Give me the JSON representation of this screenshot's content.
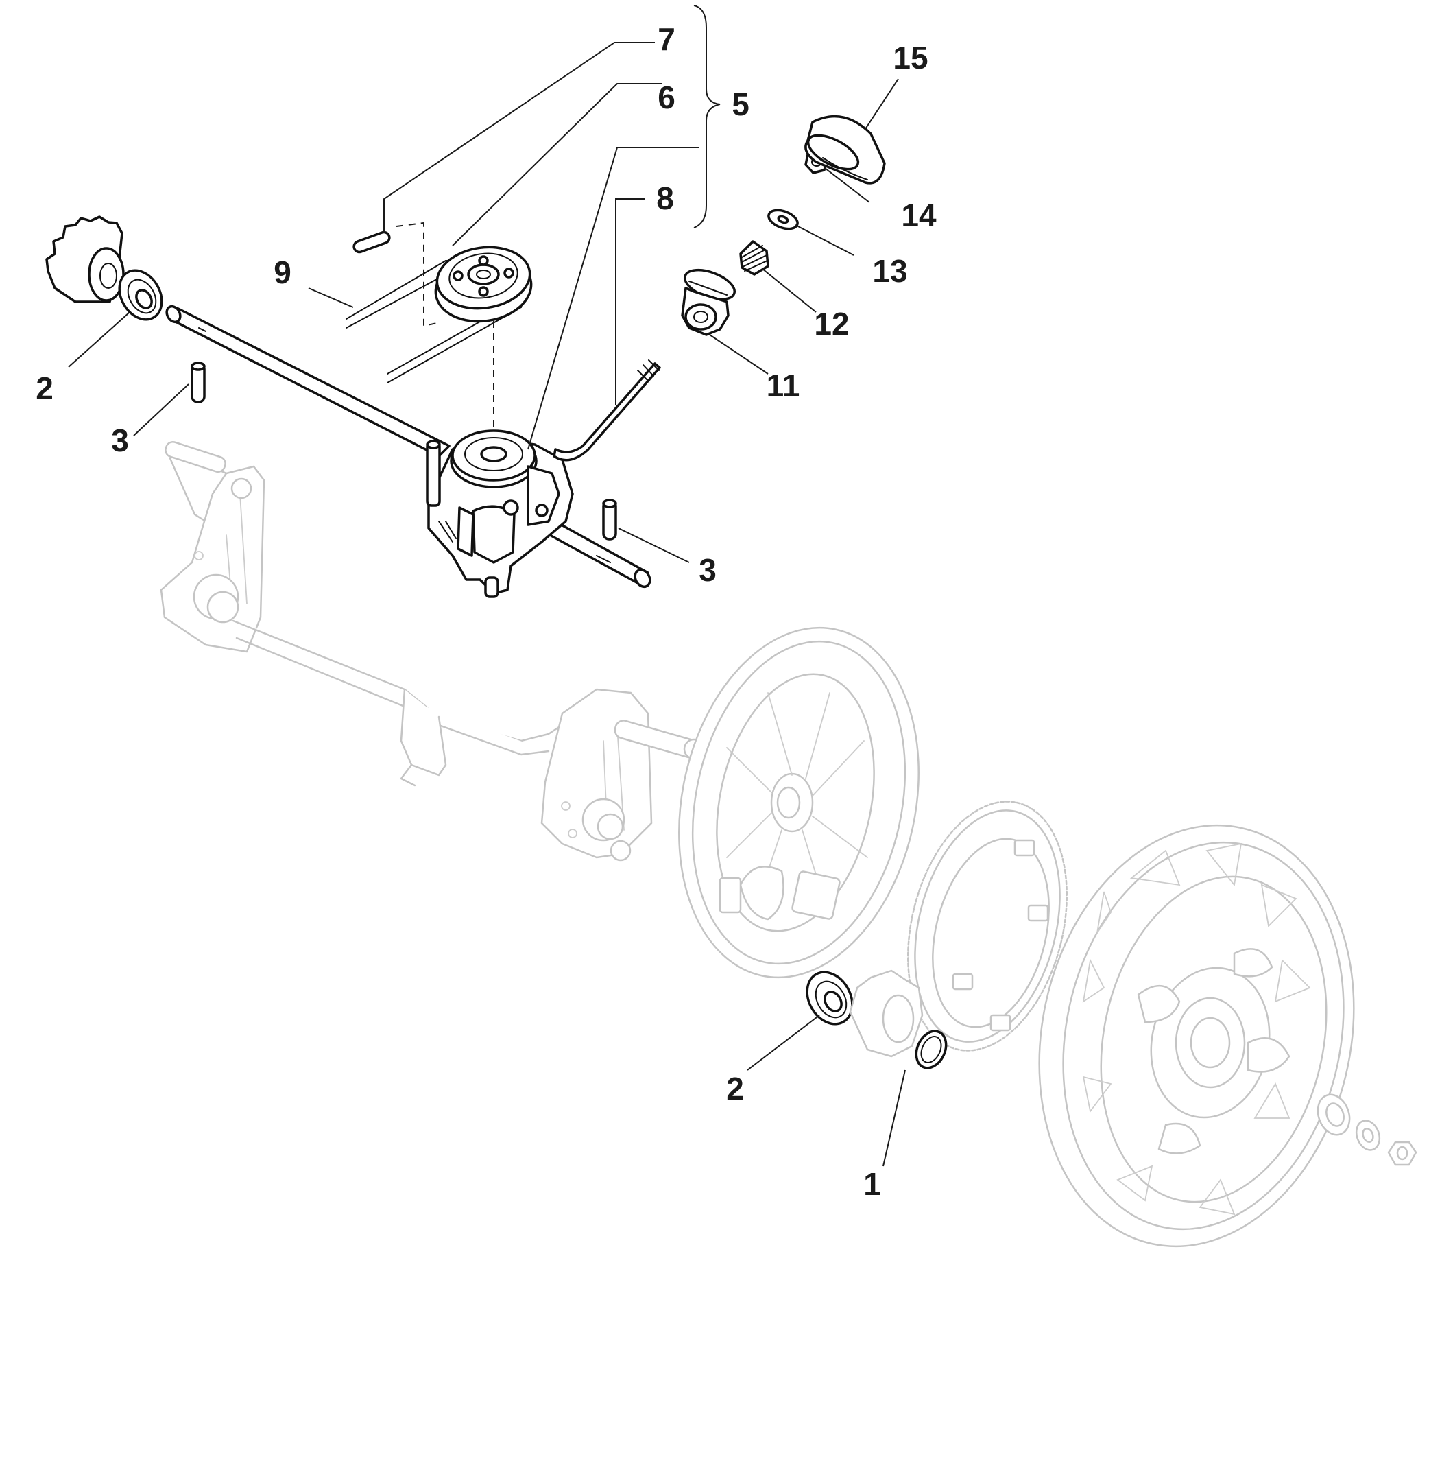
{
  "callouts": [
    {
      "id": "1",
      "label": "1"
    },
    {
      "id": "2a",
      "label": "2"
    },
    {
      "id": "2b",
      "label": "2"
    },
    {
      "id": "3a",
      "label": "3"
    },
    {
      "id": "3b",
      "label": "3"
    },
    {
      "id": "5",
      "label": "5"
    },
    {
      "id": "6",
      "label": "6"
    },
    {
      "id": "7",
      "label": "7"
    },
    {
      "id": "8",
      "label": "8"
    },
    {
      "id": "9",
      "label": "9"
    },
    {
      "id": "11",
      "label": "11"
    },
    {
      "id": "12",
      "label": "12"
    },
    {
      "id": "13",
      "label": "13"
    },
    {
      "id": "14",
      "label": "14"
    },
    {
      "id": "15",
      "label": "15"
    }
  ],
  "colors": {
    "ink": "#1a1a1a",
    "ghost": "#c4c4c4",
    "background": "#ffffff"
  }
}
